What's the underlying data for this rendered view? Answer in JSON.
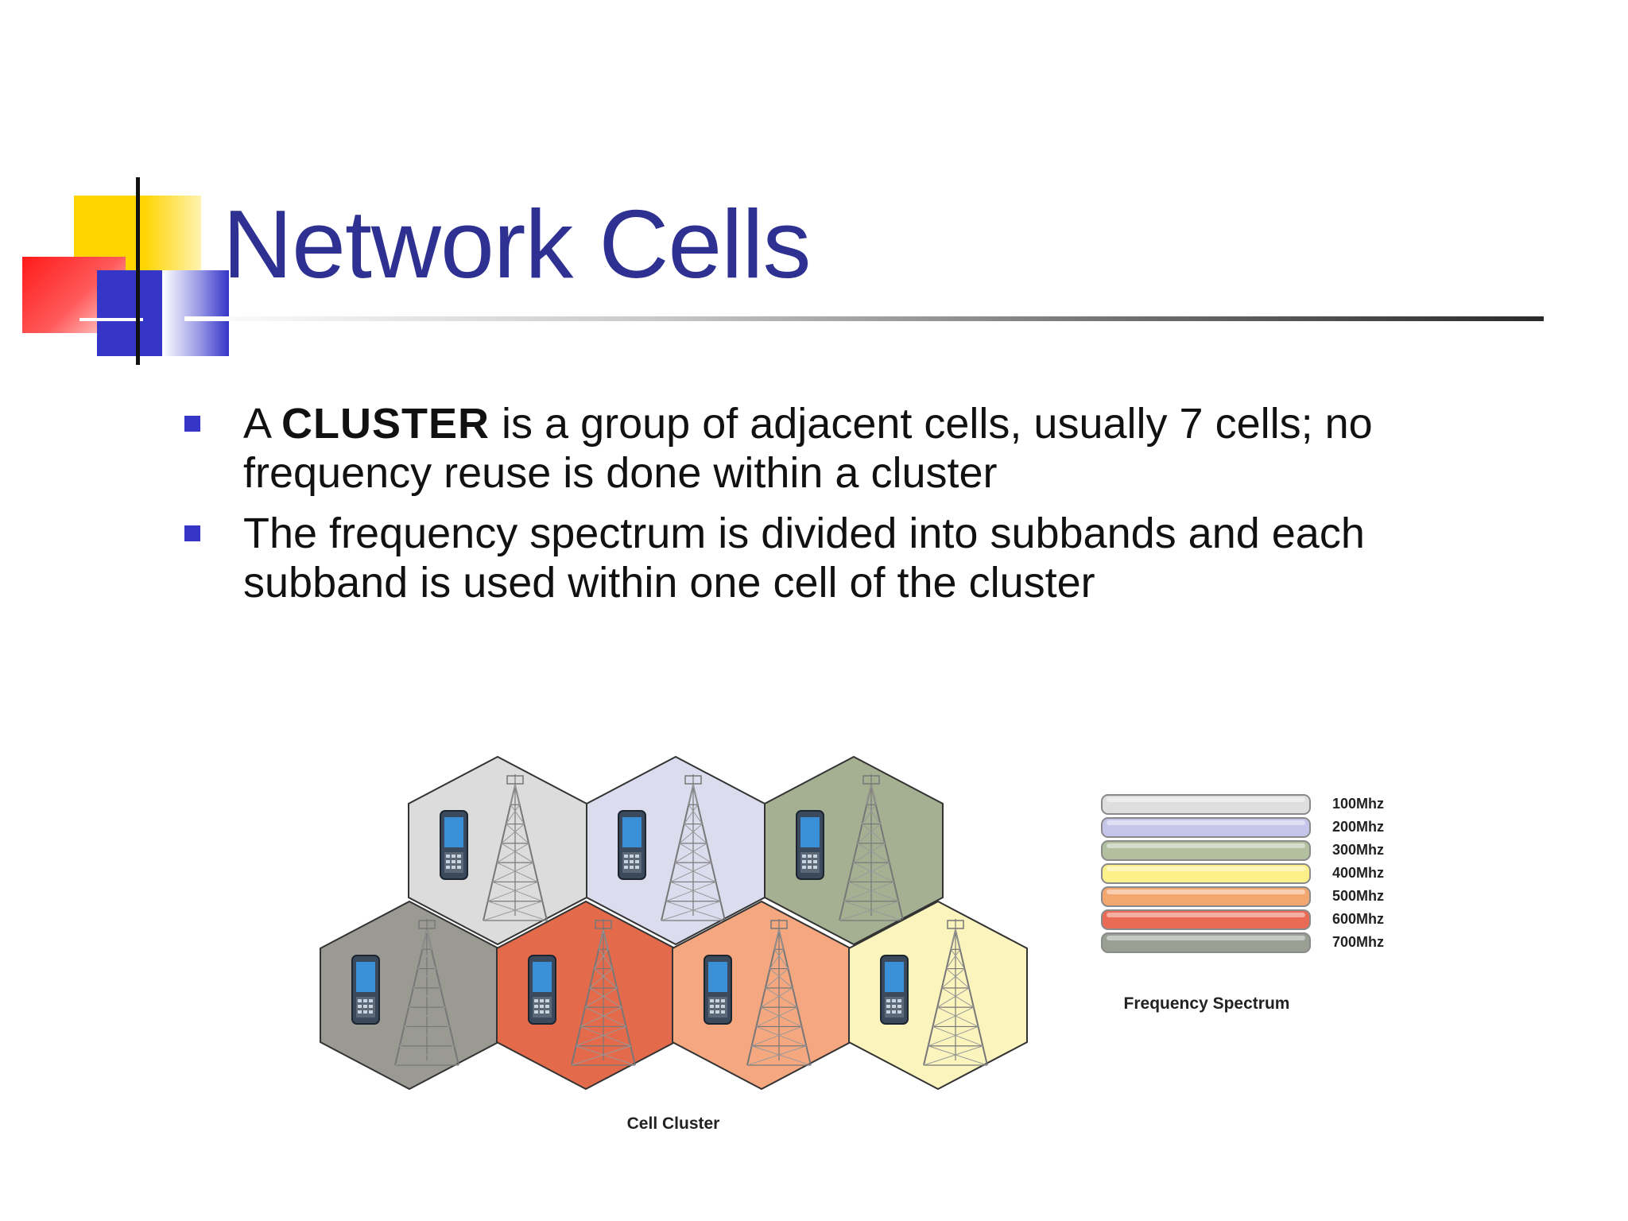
{
  "slide": {
    "title": "Network Cells",
    "bullets": [
      {
        "pre": "A ",
        "strong": "CLUSTER",
        "post": " is a group of adjacent cells, usually 7 cells; no frequency reuse is done within a cluster"
      },
      {
        "pre": "The frequency spectrum is divided into subbands and each subband is used within one cell of the cluster",
        "strong": "",
        "post": ""
      }
    ]
  },
  "figure": {
    "cell_cluster_caption": "Cell Cluster",
    "spectrum_caption": "Frequency Spectrum",
    "cells": [
      {
        "row": "top",
        "color": "#dcdcdc"
      },
      {
        "row": "top",
        "color": "#dcdcef"
      },
      {
        "row": "top",
        "color": "#a4b091"
      },
      {
        "row": "bottom",
        "color": "#9a9a93"
      },
      {
        "row": "bottom",
        "color": "#e36a4b"
      },
      {
        "row": "bottom",
        "color": "#f5a880"
      },
      {
        "row": "bottom",
        "color": "#fbf5bd"
      }
    ],
    "bands": [
      {
        "label": "100Mhz",
        "color": "#dedede"
      },
      {
        "label": "200Mhz",
        "color": "#c5c5ea"
      },
      {
        "label": "300Mhz",
        "color": "#b2c0a0"
      },
      {
        "label": "400Mhz",
        "color": "#fbf08a"
      },
      {
        "label": "500Mhz",
        "color": "#f4a66f"
      },
      {
        "label": "600Mhz",
        "color": "#e96b55"
      },
      {
        "label": "700Mhz",
        "color": "#9a9f94"
      }
    ]
  },
  "colors": {
    "title": "#2e3192",
    "bullet_marker": "#3535c8",
    "text": "#111111"
  }
}
